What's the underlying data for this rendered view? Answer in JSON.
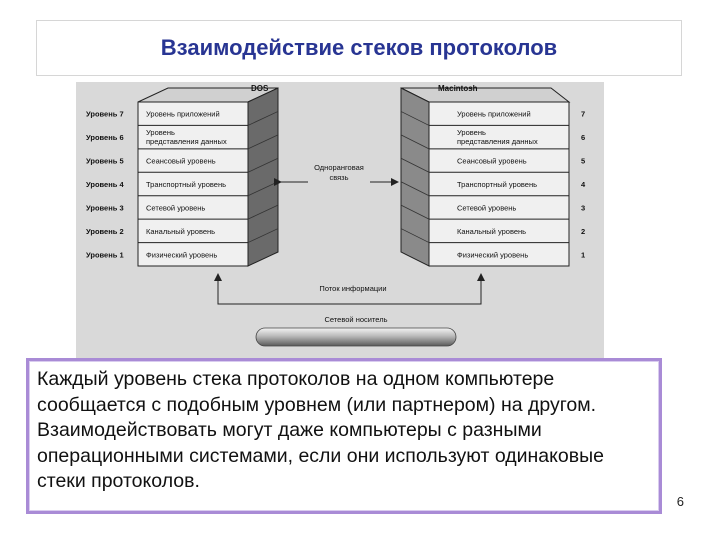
{
  "slide": {
    "title": "Взаимодействие стеков протоколов",
    "caption": "Каждый уровень стека протоколов на одном компьютере сообщается с подобным уровнем (или партнером) на другом. Взаимодействовать могут даже компьютеры с разными операционными системами, если они используют одинаковые стеки протоколов.",
    "page_number": "6"
  },
  "diagram": {
    "left_stack_title": "DOS",
    "right_stack_title": "Macintosh",
    "left_level_labels": [
      "Уровень 7",
      "Уровень 6",
      "Уровень 5",
      "Уровень 4",
      "Уровень 3",
      "Уровень 2",
      "Уровень 1"
    ],
    "right_level_numbers": [
      "7",
      "6",
      "5",
      "4",
      "3",
      "2",
      "1"
    ],
    "layers": [
      [
        "Уровень приложений"
      ],
      [
        "Уровень",
        "представления данных"
      ],
      [
        "Сеансовый уровень"
      ],
      [
        "Транспортный уровень"
      ],
      [
        "Сетевой уровень"
      ],
      [
        "Канальный уровень"
      ],
      [
        "Физический уровень"
      ]
    ],
    "peer_label": [
      "Одноранговая",
      "связь"
    ],
    "flow_label": "Поток информации",
    "medium_label": "Сетевой носитель"
  }
}
